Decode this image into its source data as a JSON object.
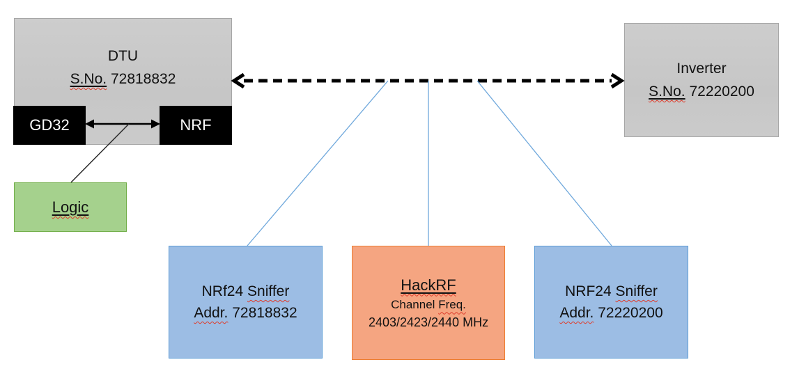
{
  "nodes": {
    "dtu": {
      "title": "DTU",
      "serial_label": "S.No.",
      "serial_value": "72818832"
    },
    "gd32": {
      "label": "GD32"
    },
    "nrf": {
      "label": "NRF"
    },
    "logic": {
      "label": "Logic"
    },
    "inverter": {
      "title": "Inverter",
      "serial_label": "S.No.",
      "serial_value": "72220200"
    },
    "sniffer_left": {
      "name_part1": "NRf24",
      "name_part2": "Sniffer",
      "addr_label": "Addr.",
      "addr_value": "72818832"
    },
    "hackrf": {
      "title": "HackRF",
      "freq_label_part1": "Channel",
      "freq_label_part2": "Freq.",
      "frequencies": "2403/2423/2440 MHz"
    },
    "sniffer_right": {
      "name_part1": "NRF24",
      "name_part2": "Sniffer",
      "addr_label": "Addr.",
      "addr_value": "72220200"
    }
  },
  "colors": {
    "gray_fill": "#c9c9c9",
    "gray_border": "#a6a6a6",
    "chip_fill": "#000000",
    "chip_text": "#ffffff",
    "green_fill": "#a5d18d",
    "green_border": "#70ad47",
    "blue_fill": "#9cbde4",
    "blue_border": "#5b9bd5",
    "orange_fill": "#f5a581",
    "orange_border": "#ed7d31",
    "connector_blue": "#6fa8dc",
    "arrow_black": "#000000",
    "spellcheck_red": "#de3b2b"
  }
}
